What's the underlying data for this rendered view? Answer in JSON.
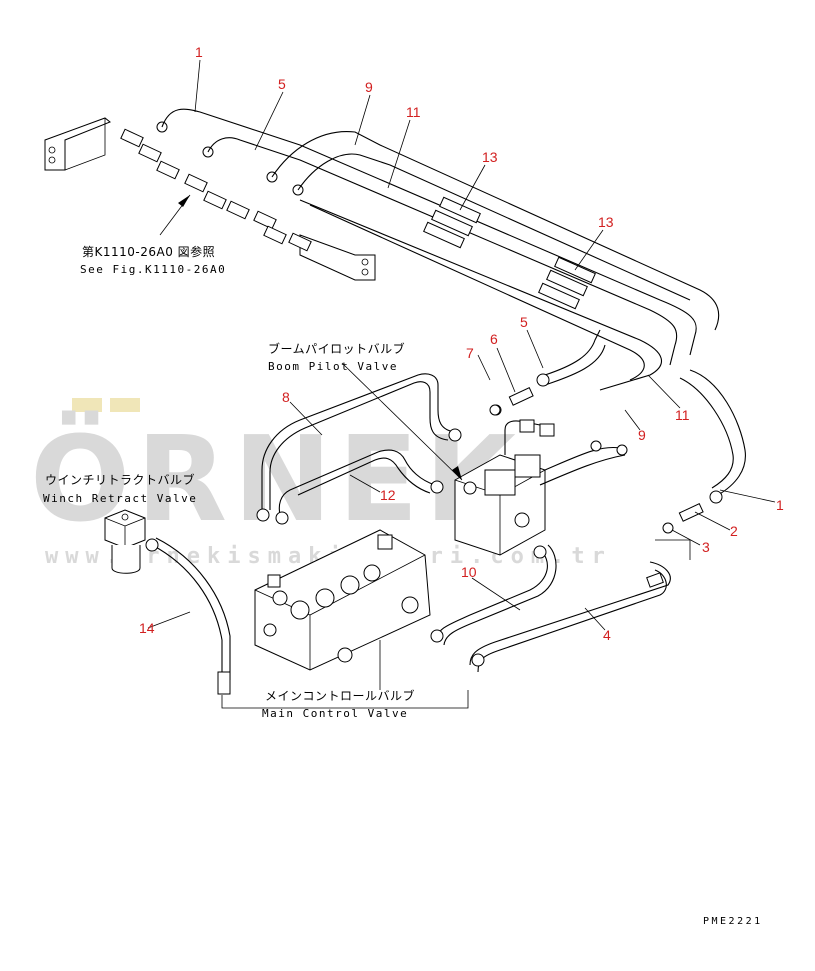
{
  "watermark": {
    "brand": "ÖRNEK",
    "url": "www.ornekismakinalari.com.tr"
  },
  "labels": {
    "ref_jp": "第K1110-26A0 図参照",
    "ref_en": "See Fig.K1110-26A0",
    "boom_jp": "ブームパイロットバルブ",
    "boom_en": "Boom Pilot Valve",
    "winch_jp": "ウインチリトラクトバルブ",
    "winch_en": "Winch Retract Valve",
    "main_jp": "メインコントロールバルブ",
    "main_en": "Main Control Valve",
    "code": "PME2221"
  },
  "callouts": [
    "1",
    "5",
    "9",
    "11",
    "13",
    "13",
    "7",
    "6",
    "5",
    "8",
    "11",
    "9",
    "12",
    "1",
    "2",
    "3",
    "10",
    "14",
    "4"
  ]
}
